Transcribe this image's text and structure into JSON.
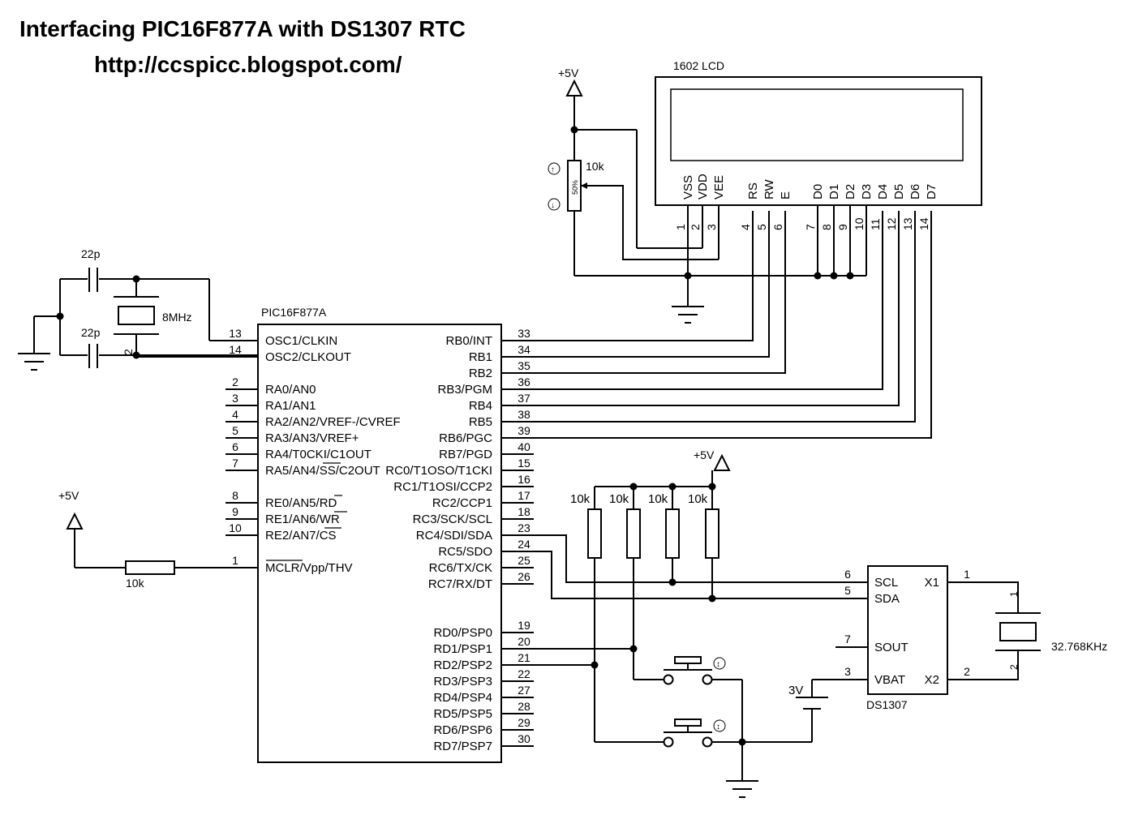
{
  "title": "Interfacing PIC16F877A with DS1307 RTC",
  "url": "http://ccspicc.blogspot.com/",
  "mcu": {
    "name": "PIC16F877A",
    "left_pins": [
      {
        "num": "13",
        "label": "OSC1/CLKIN"
      },
      {
        "num": "14",
        "label": "OSC2/CLKOUT"
      },
      {
        "num": "2",
        "label": "RA0/AN0"
      },
      {
        "num": "3",
        "label": "RA1/AN1"
      },
      {
        "num": "4",
        "label": "RA2/AN2/VREF-/CVREF"
      },
      {
        "num": "5",
        "label": "RA3/AN3/VREF+"
      },
      {
        "num": "6",
        "label": "RA4/T0CKI/C1OUT"
      },
      {
        "num": "7",
        "label": "RA5/AN4/SS/C2OUT"
      },
      {
        "num": "8",
        "label": "RE0/AN5/RD"
      },
      {
        "num": "9",
        "label": "RE1/AN6/WR"
      },
      {
        "num": "10",
        "label": "RE2/AN7/CS"
      },
      {
        "num": "1",
        "label": "MCLR/Vpp/THV"
      }
    ],
    "right_pins": [
      {
        "num": "33",
        "label": "RB0/INT"
      },
      {
        "num": "34",
        "label": "RB1"
      },
      {
        "num": "35",
        "label": "RB2"
      },
      {
        "num": "36",
        "label": "RB3/PGM"
      },
      {
        "num": "37",
        "label": "RB4"
      },
      {
        "num": "38",
        "label": "RB5"
      },
      {
        "num": "39",
        "label": "RB6/PGC"
      },
      {
        "num": "40",
        "label": "RB7/PGD"
      },
      {
        "num": "15",
        "label": "RC0/T1OSO/T1CKI"
      },
      {
        "num": "16",
        "label": "RC1/T1OSI/CCP2"
      },
      {
        "num": "17",
        "label": "RC2/CCP1"
      },
      {
        "num": "18",
        "label": "RC3/SCK/SCL"
      },
      {
        "num": "23",
        "label": "RC4/SDI/SDA"
      },
      {
        "num": "24",
        "label": "RC5/SDO"
      },
      {
        "num": "25",
        "label": "RC6/TX/CK"
      },
      {
        "num": "26",
        "label": "RC7/RX/DT"
      },
      {
        "num": "19",
        "label": "RD0/PSP0"
      },
      {
        "num": "20",
        "label": "RD1/PSP1"
      },
      {
        "num": "21",
        "label": "RD2/PSP2"
      },
      {
        "num": "22",
        "label": "RD3/PSP3"
      },
      {
        "num": "27",
        "label": "RD4/PSP4"
      },
      {
        "num": "28",
        "label": "RD5/PSP5"
      },
      {
        "num": "29",
        "label": "RD6/PSP6"
      },
      {
        "num": "30",
        "label": "RD7/PSP7"
      }
    ]
  },
  "lcd": {
    "name": "1602 LCD",
    "pins": [
      {
        "num": "1",
        "label": "VSS"
      },
      {
        "num": "2",
        "label": "VDD"
      },
      {
        "num": "3",
        "label": "VEE"
      },
      {
        "num": "4",
        "label": "RS"
      },
      {
        "num": "5",
        "label": "RW"
      },
      {
        "num": "6",
        "label": "E"
      },
      {
        "num": "7",
        "label": "D0"
      },
      {
        "num": "8",
        "label": "D1"
      },
      {
        "num": "9",
        "label": "D2"
      },
      {
        "num": "10",
        "label": "D3"
      },
      {
        "num": "11",
        "label": "D4"
      },
      {
        "num": "12",
        "label": "D5"
      },
      {
        "num": "13",
        "label": "D6"
      },
      {
        "num": "14",
        "label": "D7"
      }
    ]
  },
  "rtc": {
    "name": "DS1307",
    "pins": [
      {
        "num": "6",
        "label": "SCL"
      },
      {
        "num": "5",
        "label": "SDA"
      },
      {
        "num": "7",
        "label": "SOUT"
      },
      {
        "num": "3",
        "label": "VBAT"
      },
      {
        "num": "1",
        "label": "X1"
      },
      {
        "num": "2",
        "label": "X2"
      }
    ]
  },
  "components": {
    "cap_top": "22p",
    "cap_bottom": "22p",
    "crystal_mcu": "8MHz",
    "crystal_mcu_pin2": "2",
    "crystal_rtc": "32.768KHz",
    "crystal_rtc_pin1": "1",
    "crystal_rtc_pin2": "2",
    "pot": "10k",
    "pot_setting": "50%",
    "pot_up_symbol": "↑",
    "pot_down_symbol": "↓",
    "mclr_resistor": "10k",
    "pullups": [
      "10k",
      "10k",
      "10k",
      "10k"
    ],
    "battery": "3V",
    "button_symbol": "↕"
  },
  "power_labels": {
    "lcd_vcc": "+5V",
    "mclr_vcc": "+5V",
    "pullup_vcc": "+5V"
  }
}
